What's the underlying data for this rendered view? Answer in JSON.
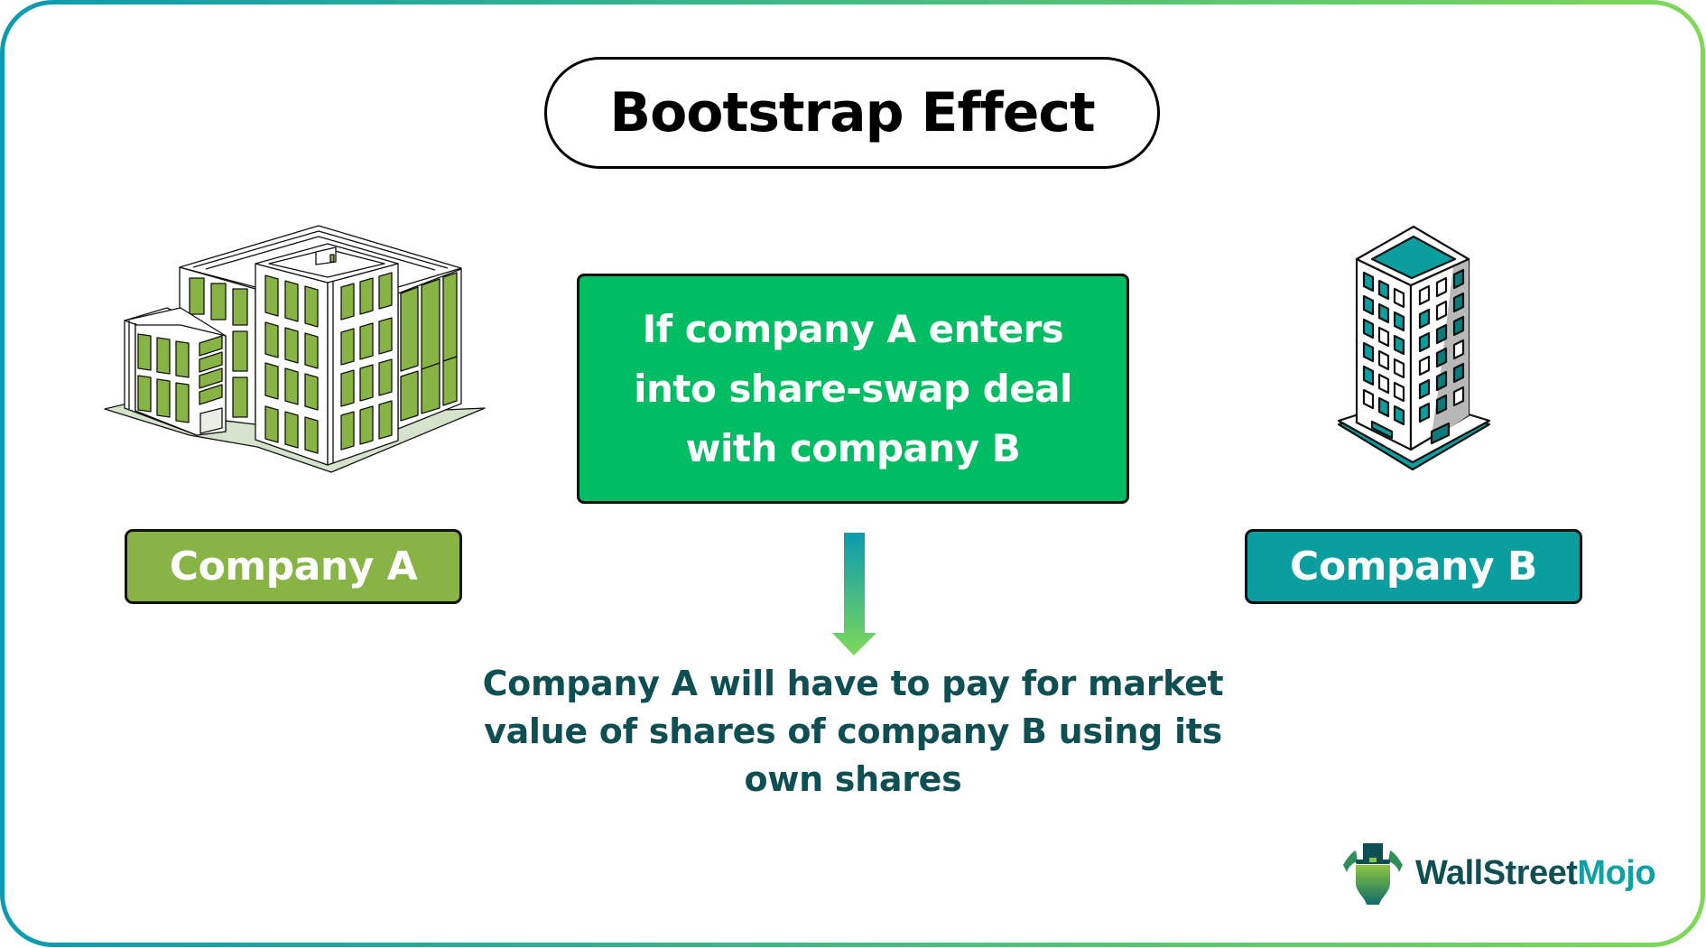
{
  "title": "Bootstrap Effect",
  "condition_box": {
    "text": "If company A enters into share-swap deal with company B",
    "color": "#00bd63"
  },
  "companies": [
    {
      "label": "Company A",
      "color": "#87b445",
      "icon": "office-building-icon-green"
    },
    {
      "label": "Company B",
      "color": "#0b9e9e",
      "icon": "tower-building-icon-teal"
    }
  ],
  "arrow": {
    "icon": "arrow-down-icon",
    "gradient": [
      "#0a9bb0",
      "#7ed957"
    ]
  },
  "result": {
    "text": "Company A will have to pay for market value of shares of company B using its own shares",
    "color": "#0e4f54"
  },
  "branding": {
    "name_part1": "WallStreet",
    "name_part2": "Mojo",
    "icon": "bull-with-hat-logo-icon"
  },
  "frame": {
    "border_gradient": [
      "#0a9bb0",
      "#7ed957"
    ]
  }
}
